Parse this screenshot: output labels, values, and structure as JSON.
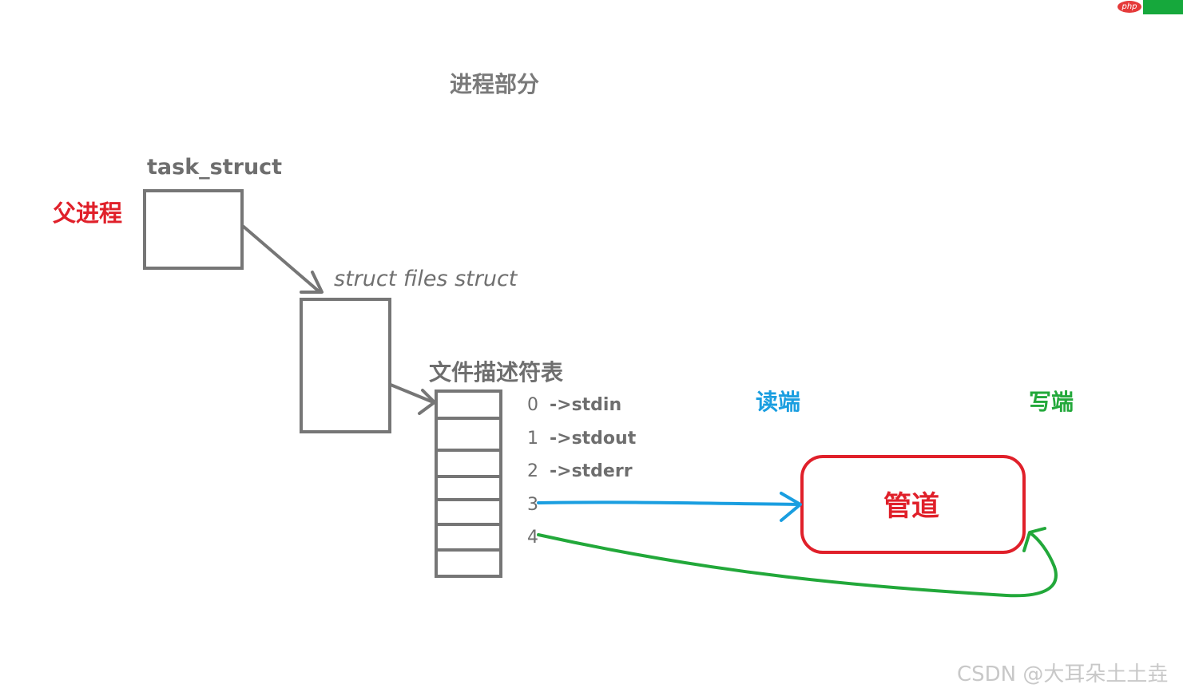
{
  "labels": {
    "title": "进程部分",
    "task_struct": "task_struct",
    "parent_process": "父进程",
    "files_struct": "struct files  struct",
    "fd_table": "文件描述符表",
    "read_end": "读端",
    "write_end": "写端",
    "pipe": "管道",
    "watermark": "CSDN @大耳朵土土垚",
    "logo": "php"
  },
  "fd_entries": [
    {
      "index": "0",
      "text": "->stdin"
    },
    {
      "index": "1",
      "text": "->stdout"
    },
    {
      "index": "2",
      "text": "->stderr"
    },
    {
      "index": "3",
      "text": ""
    },
    {
      "index": "4",
      "text": ""
    }
  ],
  "colors": {
    "gray": "#767676",
    "red": "#e0202a",
    "blue": "#1a9ee0",
    "green": "#22a83a"
  },
  "icons": {
    "logo": "php-logo"
  }
}
